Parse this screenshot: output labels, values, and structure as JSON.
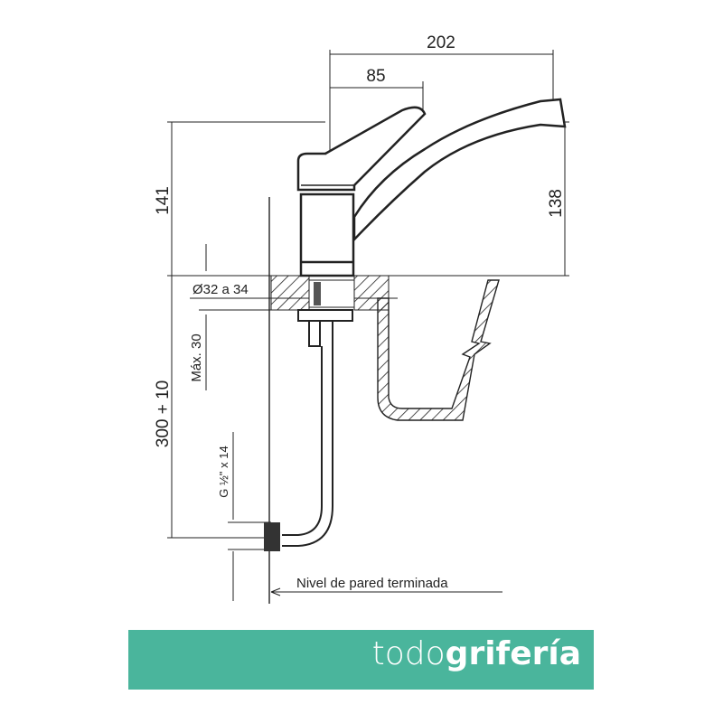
{
  "dimensions": {
    "total_reach": "202",
    "handle_offset": "85",
    "height_total": "141",
    "spout_height": "138",
    "hole_diameter": "Ø32 a 34",
    "max_thickness": "Máx. 30",
    "supply_height": "300 + 10",
    "thread": "G ½\" x 14"
  },
  "labels": {
    "wall_level": "Nivel de pared terminada"
  },
  "brand": {
    "logo_light": "todo",
    "logo_bold": "grifería",
    "color": "#4ab59c"
  }
}
